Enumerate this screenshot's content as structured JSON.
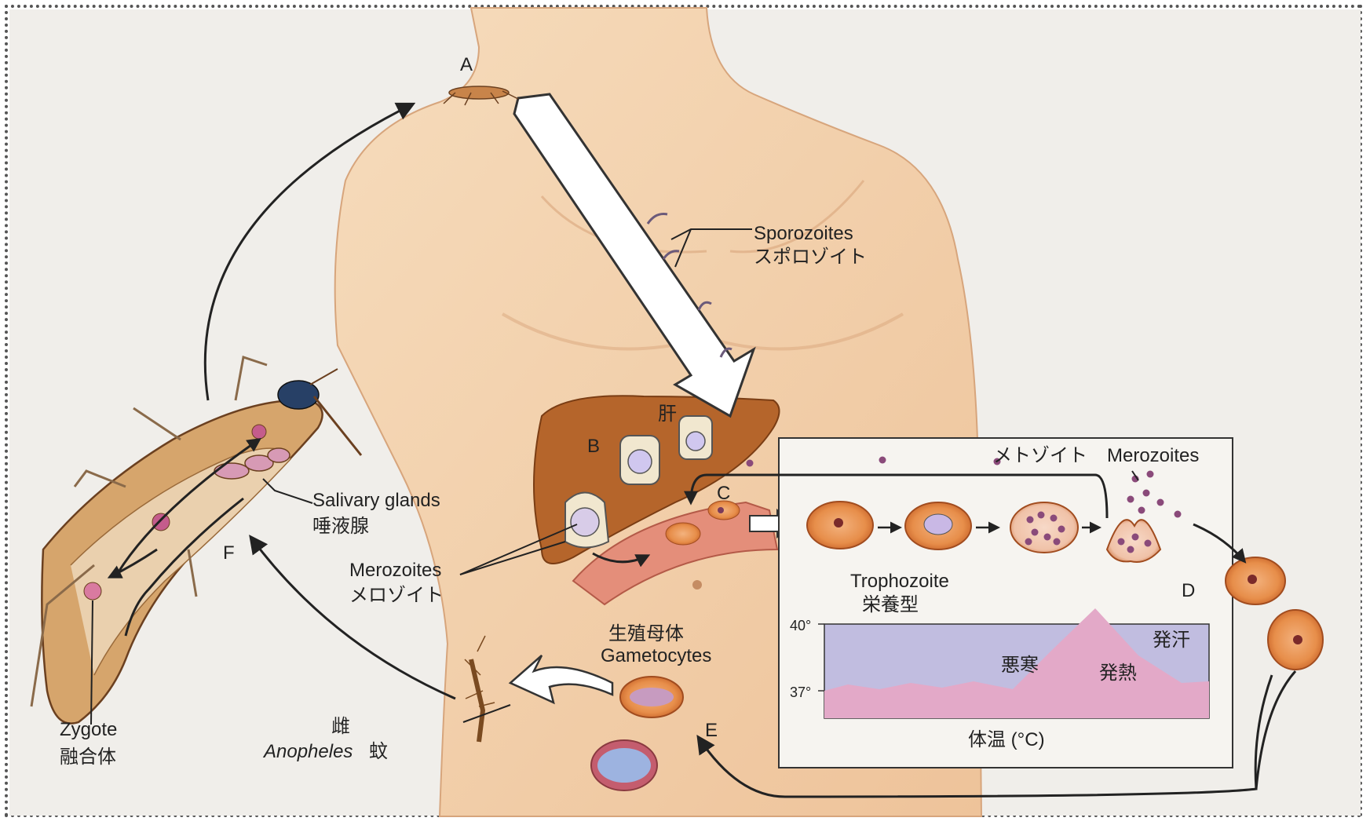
{
  "labels": {
    "a": "A",
    "b": "B",
    "c": "C",
    "d": "D",
    "e": "E",
    "f": "F",
    "liver": "肝",
    "sporozoites_en": "Sporozoites",
    "sporozoites_jp": "スポロゾイト",
    "salivary_en": "Salivary glands",
    "salivary_jp": "唾液腺",
    "merozoites_en": "Merozoites",
    "merozoites_jp": "メロゾイト",
    "merozoites_top_jp": "メトゾイト",
    "merozoites_top_en": "Merozoites",
    "trophozoite_en": "Trophozoite",
    "trophozoite_jp": "栄養型",
    "gametocytes_jp": "生殖母体",
    "gametocytes_en": "Gametocytes",
    "zygote_en": "Zygote",
    "zygote_jp": "融合体",
    "female_jp": "雌",
    "anopheles_en": "Anopheles",
    "anopheles_jp": "蚊"
  },
  "temperature_chart": {
    "tick_high": "40°",
    "tick_low": "37°",
    "chill": "悪寒",
    "fever": "発熱",
    "sweat": "発汗",
    "axis_label": "体温 (°C)"
  },
  "colors": {
    "background": "#f0eeea",
    "skin": "#f2d4ae",
    "skin_shadow": "#d9a57c",
    "liver": "#b5652b",
    "blood_cell": "#e7914f",
    "mosquito": "#d6a56c",
    "chart_bg": "#c1bde0",
    "chart_fever": "#e3a9c8"
  }
}
